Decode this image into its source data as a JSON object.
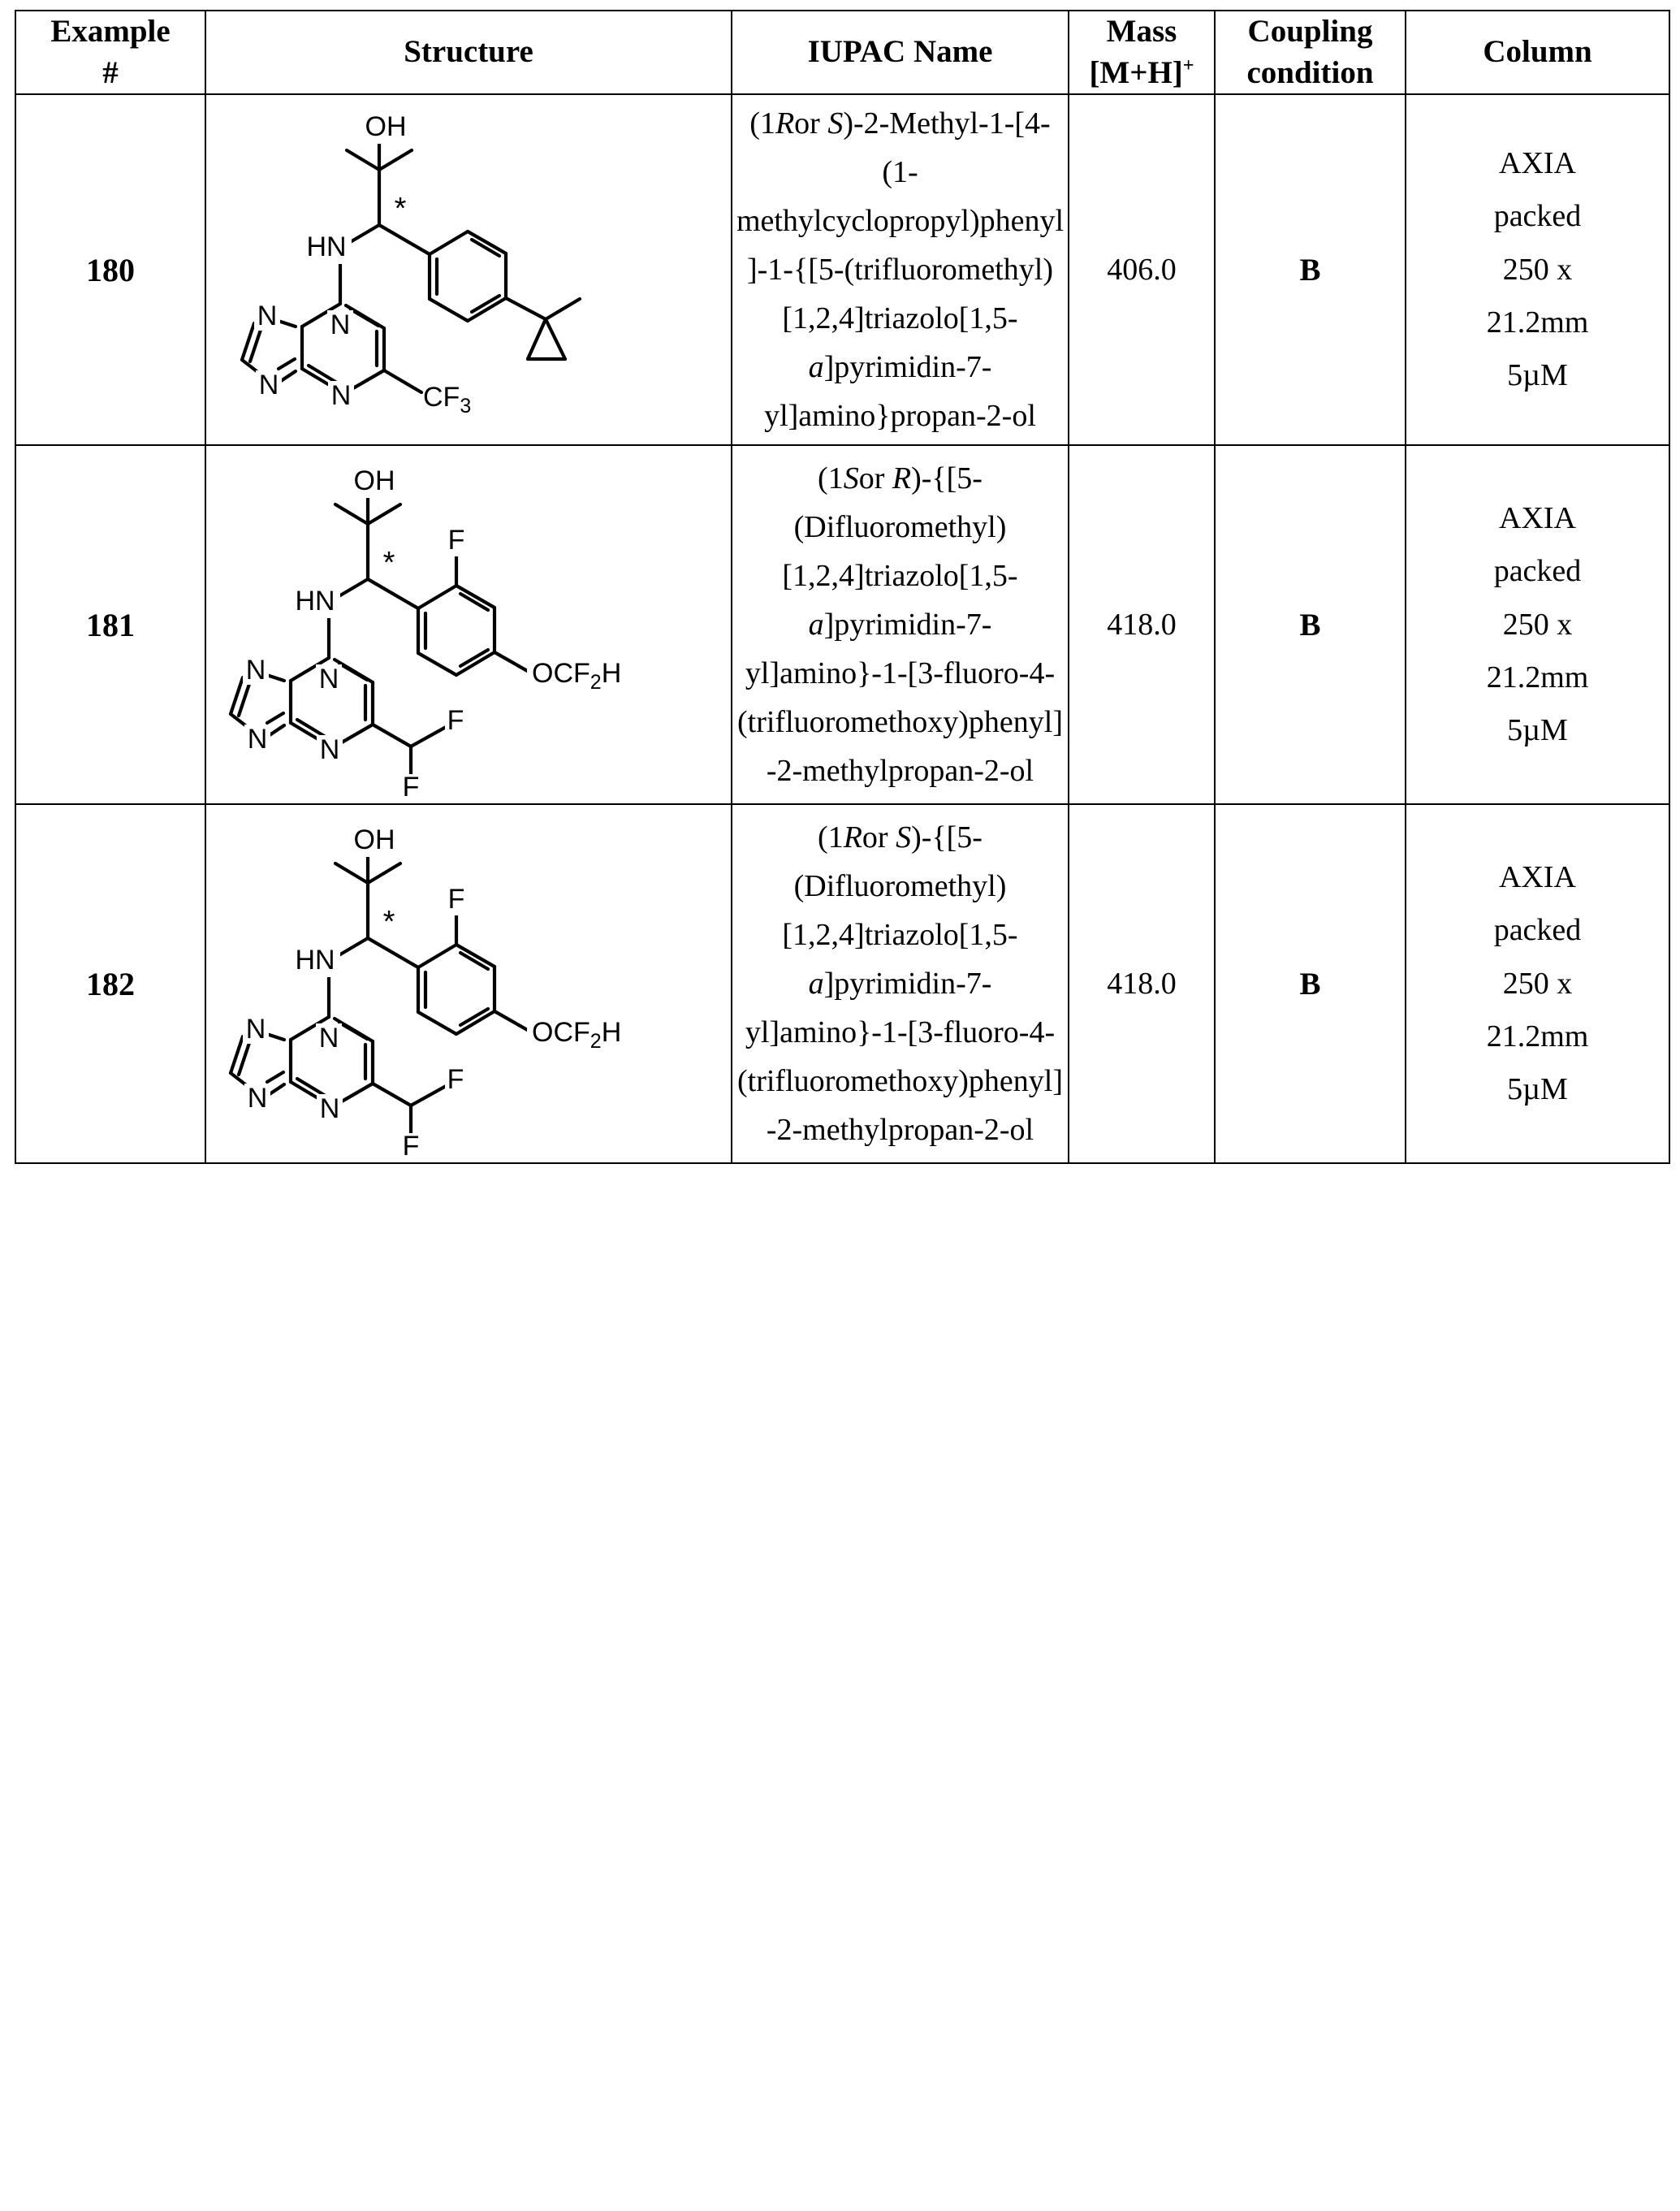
{
  "table": {
    "headers": [
      {
        "id": "example",
        "lines": [
          "Example",
          "#"
        ]
      },
      {
        "id": "structure",
        "lines": [
          "Structure"
        ]
      },
      {
        "id": "iupac",
        "lines": [
          "IUPAC Name"
        ]
      },
      {
        "id": "mass",
        "lines": [
          "Mass",
          "[M+H]+"
        ]
      },
      {
        "id": "coupling",
        "lines": [
          "Coupling",
          "condition"
        ]
      },
      {
        "id": "column",
        "lines": [
          "Column"
        ]
      }
    ],
    "header_labels": {
      "example_1": "Example",
      "example_2": "#",
      "structure": "Structure",
      "iupac": "IUPAC Name",
      "mass_1": "Mass",
      "mass_2": "[M+H]",
      "mass_2_sup": "+",
      "coupling_1": "Coupling",
      "coupling_2": "condition",
      "column": "Column"
    },
    "rows": [
      {
        "example": "180",
        "iupac_name": "(1Ror S)-2-Methyl-1-[4-(1-methylcyclopropyl)phenyl]-1-{[5-(trifluoromethyl)[1,2,4]triazolo[1,5-a]pyrimidin-7-yl]amino}propan-2-ol",
        "iupac_lines": [
          "(1Ror S)-2-",
          "Methyl-1-[4-(1-",
          "methylcycloprop",
          "yl)phenyl]-1-{[5-",
          "(trifluoromethyl)[",
          "1,2,4]triazolo[1,5",
          "-a]pyrimidin-7-",
          "yl]amino}propan-",
          "2-ol"
        ],
        "mass": "406.0",
        "coupling_condition": "B",
        "column_lines": [
          "AXIA",
          "packed",
          "250 x",
          "21.2mm",
          "5µM"
        ],
        "structure": {
          "labels": [
            "OH",
            "*",
            "HN",
            "N",
            "N",
            "N",
            "N",
            "CF3"
          ],
          "description": "2-methyl-1-[4-(1-methylcyclopropyl)phenyl]-1-{[5-(trifluoromethyl)[1,2,4]triazolo[1,5-a]pyrimidin-7-yl]amino}propan-2-ol"
        }
      },
      {
        "example": "181",
        "iupac_name": "(1Sor R)-{[5-(Difluoromethyl)[1,2,4]triazolo[1,5-a]pyrimidin-7-yl]amino}-1-[3-fluoro-4-(trifluoromethoxy)phenyl]-2-methylpropan-2-ol",
        "iupac_lines": [
          "(1Sor R)-{[5-",
          "(Difluoromethyl)[",
          "1,2,4]triazolo[1,5",
          "-a]pyrimidin-7-",
          "yl]amino}-1-[3-",
          "fluoro-4-",
          "(trifluoromethoxy",
          ")phenyl]-2-",
          "methylpropan-2-",
          "ol"
        ],
        "mass": "418.0",
        "coupling_condition": "B",
        "column_lines": [
          "AXIA",
          "packed",
          "250 x",
          "21.2mm",
          "5µM"
        ],
        "structure": {
          "labels": [
            "OH",
            "*",
            "HN",
            "N",
            "N",
            "N",
            "N",
            "F",
            "F",
            "F",
            "OCF2H"
          ],
          "description": "{[5-(difluoromethyl)[1,2,4]triazolo[1,5-a]pyrimidin-7-yl]amino}-1-[3-fluoro-4-(difluoromethoxy)phenyl]-2-methylpropan-2-ol"
        }
      },
      {
        "example": "182",
        "iupac_name": "(1Ror S)-{[5-(Difluoromethyl)[1,2,4]triazolo[1,5-a]pyrimidin-7-yl]amino}-1-[3-fluoro-4-(trifluoromethoxy)phenyl]-2-methylpropan-2-ol",
        "iupac_lines": [
          "(1Ror S)-{[5-",
          "(Difluoromethyl)[",
          "1,2,4]triazolo[1,5",
          "-a]pyrimidin-7-",
          "yl]amino}-1-[3-",
          "fluoro-4-",
          "(trifluoromethoxy",
          ")phenyl]-2-",
          "methylpropan-2-",
          "ol"
        ],
        "mass": "418.0",
        "coupling_condition": "B",
        "column_lines": [
          "AXIA",
          "packed",
          "250 x",
          "21.2mm",
          "5µM"
        ],
        "structure": {
          "labels": [
            "OH",
            "*",
            "HN",
            "N",
            "N",
            "N",
            "N",
            "F",
            "F",
            "F",
            "OCF2H"
          ],
          "description": "{[5-(difluoromethyl)[1,2,4]triazolo[1,5-a]pyrimidin-7-yl]amino}-1-[3-fluoro-4-(difluoromethoxy)phenyl]-2-methylpropan-2-ol"
        }
      }
    ]
  },
  "structure_atom_labels": {
    "oh": "OH",
    "stereo": "*",
    "hn": "HN",
    "n": "N",
    "f": "F",
    "cf3_c": "CF",
    "cf3_sub": "3",
    "ocf2h_a": "OCF",
    "ocf2h_sub": "2",
    "ocf2h_b": "H"
  }
}
